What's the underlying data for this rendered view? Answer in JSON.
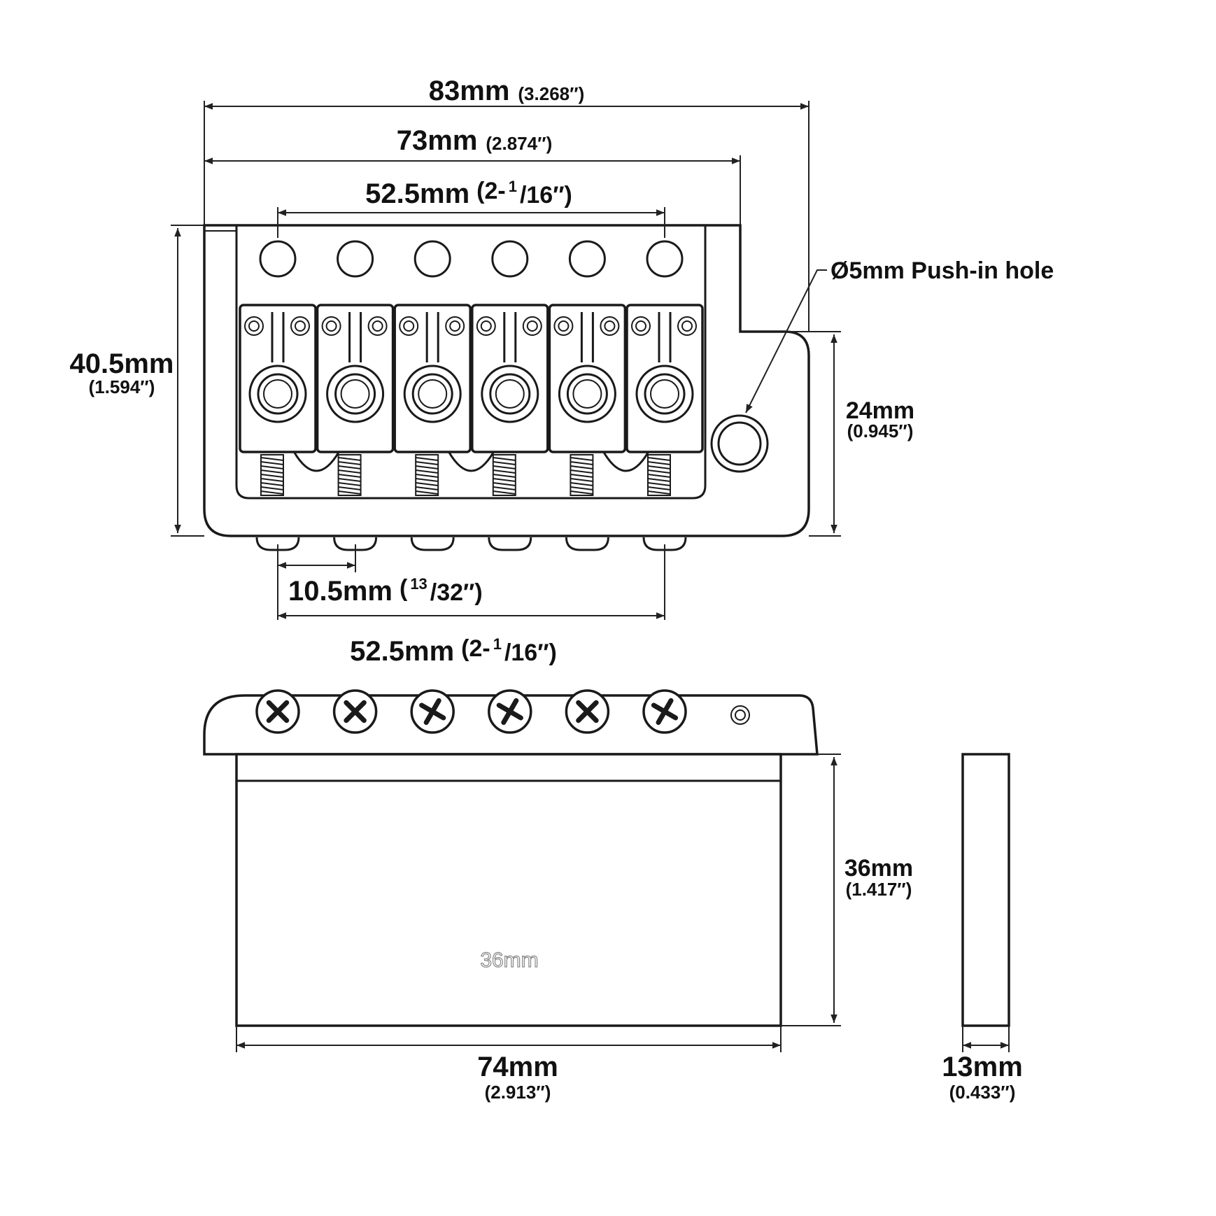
{
  "dimensions": {
    "overall_width": {
      "mm": "83mm",
      "inch": "(3.268″)"
    },
    "plate_width": {
      "mm": "73mm",
      "inch": "(2.874″)"
    },
    "string_spacing_top": {
      "mm": "52.5mm",
      "inch_open": "(2-",
      "inch_num": "1",
      "inch_den": "/16″)"
    },
    "plate_depth": {
      "mm": "40.5mm",
      "inch": "(1.594″)"
    },
    "push_in_hole": {
      "label": "Ø5mm Push-in hole"
    },
    "tab_depth": {
      "mm": "24mm",
      "inch": "(0.945″)"
    },
    "saddle_pitch": {
      "mm": "10.5mm",
      "inch_open": "(",
      "inch_num": "13",
      "inch_den": "/32″)"
    },
    "string_spacing_bottom": {
      "mm": "52.5mm",
      "inch_open": "(2-",
      "inch_num": "1",
      "inch_den": "/16″)"
    },
    "block_height": {
      "mm": "36mm",
      "inch": "(1.417″)"
    },
    "block_inner_label": "36mm",
    "block_width": {
      "mm": "74mm",
      "inch": "(2.913″)"
    },
    "block_thickness": {
      "mm": "13mm",
      "inch": "(0.433″)"
    }
  },
  "parts": {
    "string_hole_count": 6,
    "saddle_count": 6,
    "mount_screw_count": 6,
    "screw_heads": [
      "x",
      "x",
      "plus",
      "plus",
      "x",
      "plus"
    ]
  },
  "colors": {
    "line": "#1a1a1a",
    "background": "#ffffff",
    "faint_text": "#888888"
  }
}
